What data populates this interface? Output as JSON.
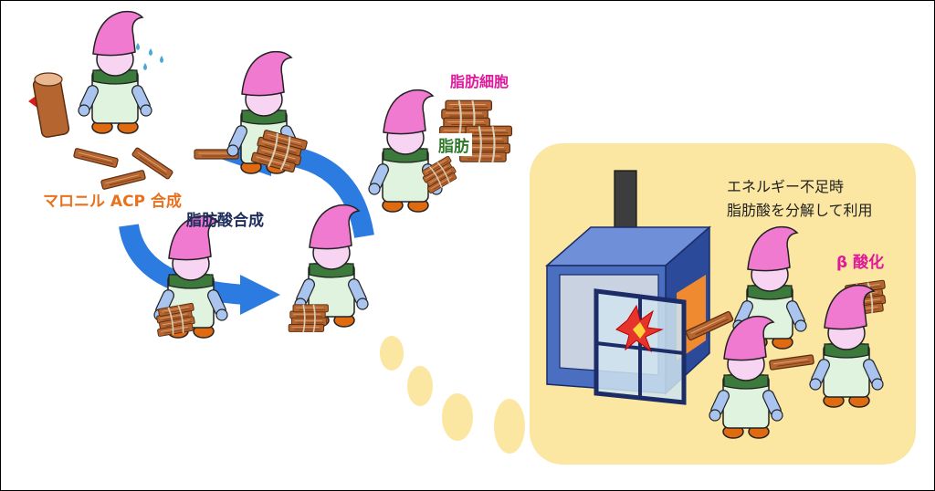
{
  "labels": {
    "malonyl_acp": "マロニル ACP 合成",
    "fatty_acid_synthesis": "脂肪酸合成",
    "fat_cell": "脂肪細胞",
    "fat": "脂肪",
    "energy_shortage": "エネルギー不足時",
    "breakdown": "脂肪酸を分解して利用",
    "beta_oxidation": "β 酸化"
  },
  "colors": {
    "orange_label": "#e8711d",
    "navy_label": "#1f2d5c",
    "magenta_label": "#e0189b",
    "green_label": "#2f7a2a",
    "cycle_arrow": "#2b7be0",
    "thought_panel": "#fbe6a2",
    "gnome_hat": "#f07ad0",
    "gnome_body": "#dff3df",
    "gnome_collar": "#3c7a3c",
    "gnome_arms": "#a9c4ee",
    "gnome_shoes": "#e06a10",
    "wood": "#b56530",
    "stove_body": "#4a6ec0"
  },
  "icons": [
    "gnome-figure-icon",
    "log-icon",
    "firewood-bundle-icon",
    "cycle-arrow-icon",
    "wood-stove-icon",
    "fire-icon",
    "sweat-drops-icon"
  ]
}
